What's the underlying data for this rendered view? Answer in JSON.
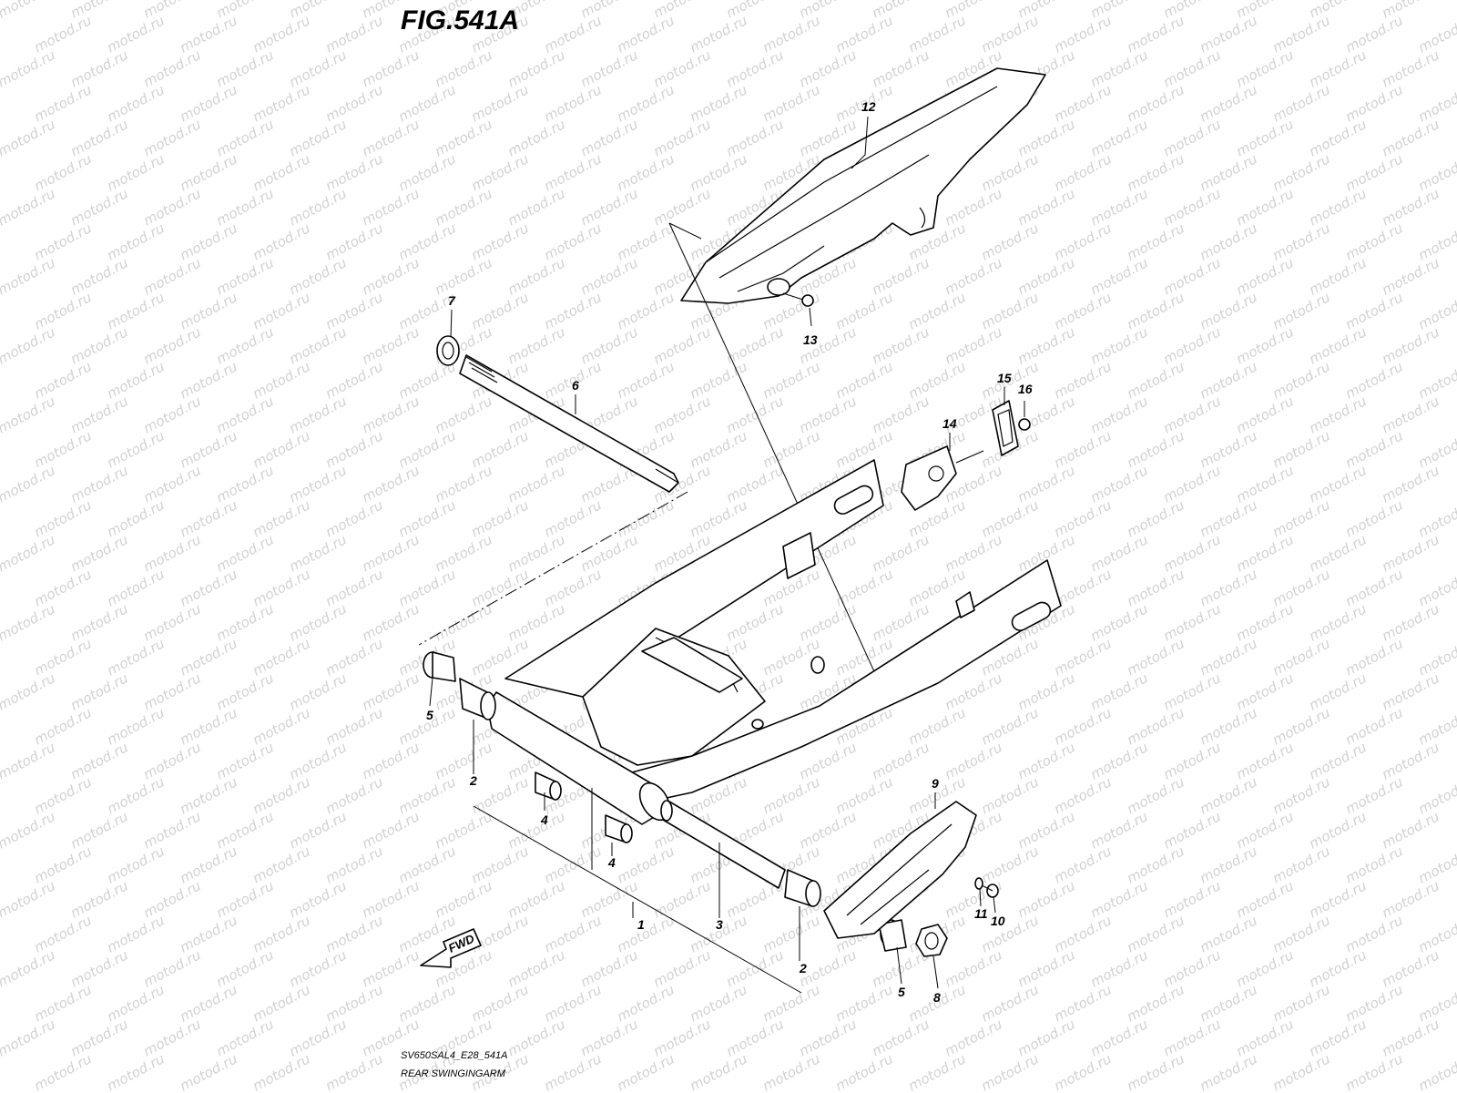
{
  "figure": {
    "title": "FIG.541A",
    "model_code": "SV650SAL4_E28_541A",
    "name": "REAR SWINGINGARM"
  },
  "watermark": "motod.ru",
  "fwd_label": "FWD",
  "callouts": [
    "1",
    "2",
    "2",
    "3",
    "4",
    "4",
    "5",
    "5",
    "6",
    "7",
    "8",
    "9",
    "10",
    "11",
    "12",
    "13",
    "14",
    "15",
    "16"
  ]
}
